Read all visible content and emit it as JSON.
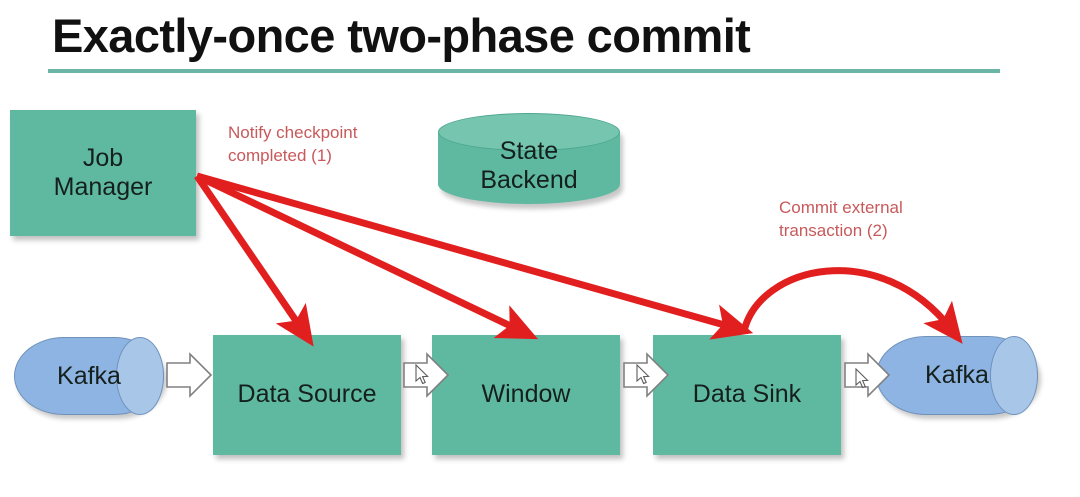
{
  "slide": {
    "title": "Exactly-once two-phase commit",
    "accent_rule_color": "#6cb5a6",
    "background_color": "#ffffff"
  },
  "colors": {
    "node_green": "#5fb9a1",
    "cylinder_top_green": "#75c5af",
    "kafka_blue": "#8db4e2",
    "kafka_blue_cap": "#a8c6e8",
    "annotation_red": "#c8595a",
    "arrow_red": "#e21f1f",
    "connector_outline": "#7f7f7f",
    "text_dark": "#15201c"
  },
  "nodes": {
    "job_manager": {
      "label": "Job\nManager",
      "shape": "rectangle",
      "fill": "#5fb9a1"
    },
    "state_backend": {
      "label": "State\nBackend",
      "shape": "cylinder-vertical",
      "fill": "#5fb9a1"
    },
    "kafka_source": {
      "label": "Kafka",
      "shape": "cylinder-horizontal",
      "fill": "#8db4e2"
    },
    "data_source": {
      "label": "Data Source",
      "shape": "rectangle",
      "fill": "#5fb9a1"
    },
    "window": {
      "label": "Window",
      "shape": "rectangle",
      "fill": "#5fb9a1"
    },
    "data_sink": {
      "label": "Data Sink",
      "shape": "rectangle",
      "fill": "#5fb9a1"
    },
    "kafka_sink": {
      "label": "Kafka",
      "shape": "cylinder-horizontal",
      "fill": "#8db4e2"
    }
  },
  "annotations": [
    {
      "id": "notify",
      "text": "Notify checkpoint\ncompleted (1)",
      "color": "#c8595a"
    },
    {
      "id": "commit",
      "text": "Commit external\ntransaction (2)",
      "color": "#c8595a"
    }
  ],
  "flow_connectors": [
    {
      "from": "kafka_source",
      "to": "data_source",
      "style": "block-arrow"
    },
    {
      "from": "data_source",
      "to": "window",
      "style": "block-arrow"
    },
    {
      "from": "window",
      "to": "data_sink",
      "style": "block-arrow"
    },
    {
      "from": "data_sink",
      "to": "kafka_sink",
      "style": "block-arrow"
    }
  ],
  "red_arrows": [
    {
      "from": "job_manager",
      "to": "data_source",
      "annotation": "notify",
      "style": "straight"
    },
    {
      "from": "job_manager",
      "to": "window",
      "annotation": "notify",
      "style": "straight"
    },
    {
      "from": "job_manager",
      "to": "data_sink",
      "annotation": "notify",
      "style": "straight"
    },
    {
      "from": "data_sink",
      "to": "kafka_sink",
      "annotation": "commit",
      "style": "curved"
    }
  ]
}
